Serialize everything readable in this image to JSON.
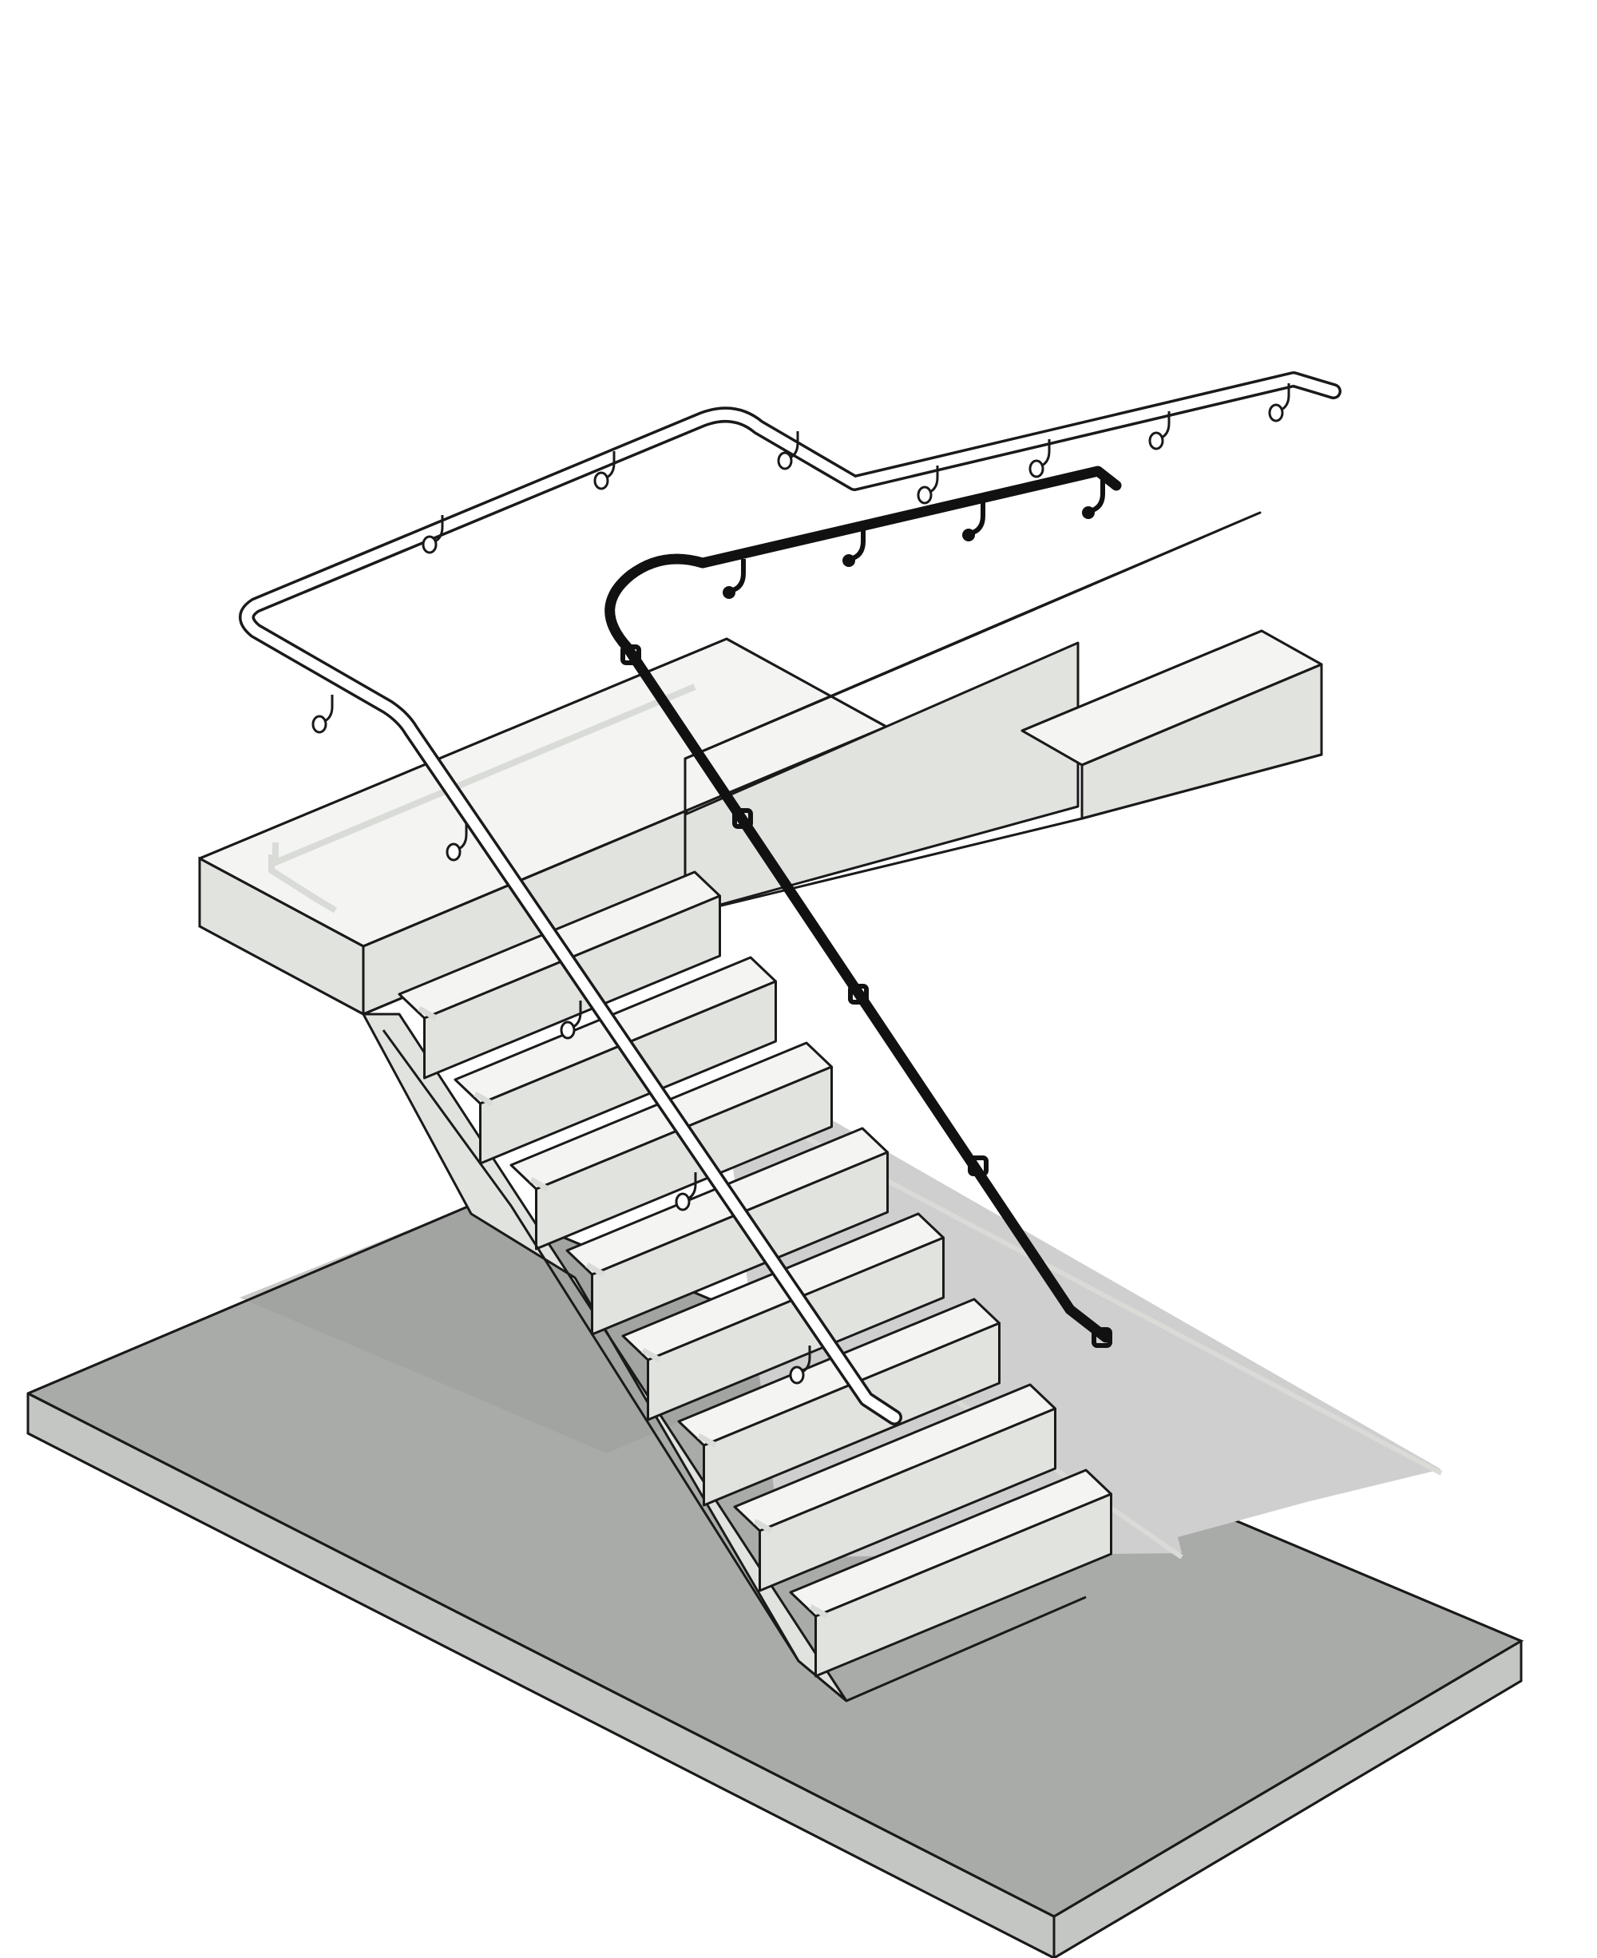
{
  "figure": {
    "kind": "isometric-staircase-handrail-illustration",
    "labels": []
  },
  "colors": {
    "background": "#ffffff",
    "outline": "#1a1a1a",
    "floor_top": "#a9aba8",
    "floor_side": "#c3c6c2",
    "floor_shadow": "#9c9e9b",
    "cast_shadow": "#cfcfcf",
    "stair_face": "#e1e3df",
    "stair_tread": "#f4f5f2",
    "ghost_rail": "#d9dbd7",
    "highlighted_rail": "#111111",
    "outline_rail_fill": "#ffffff"
  },
  "parts": {
    "highlighted_handrail": "highlighted-handrail",
    "outline_handrail": "outline-handrail",
    "lower_flight": "lower-flight",
    "upper_flight": "upper-flight",
    "landing": "landing",
    "floor_slab": "floor-slab"
  }
}
